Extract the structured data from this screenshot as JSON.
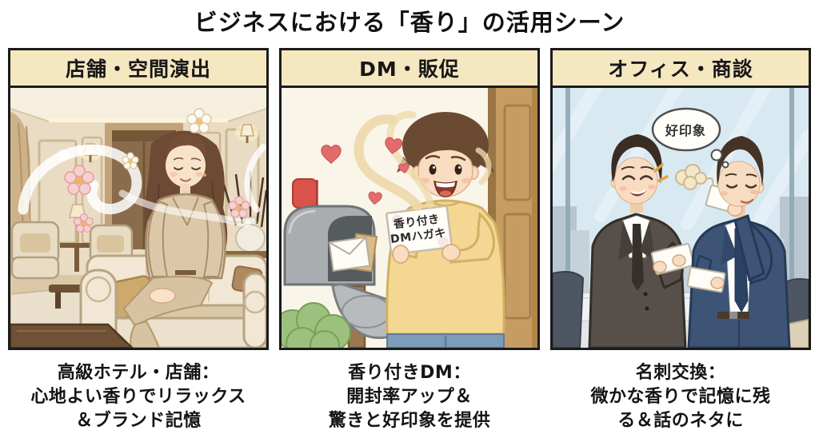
{
  "title": "ビジネスにおける「香り」の活用シーン",
  "colors": {
    "header_bg": "#f5e7c0",
    "panel_border": "#1b1b1b",
    "page_bg": "#ffffff",
    "accent_red": "#d9534a",
    "accent_yellow": "#f3d792",
    "accent_navy": "#3d5476"
  },
  "panels": [
    {
      "header": "店舗・空間演出",
      "caption_lines": [
        "高級ホテル・店舗：",
        "心地よい香りでリラックス",
        "＆ブランド記憶"
      ]
    },
    {
      "header": "DM・販促",
      "card_text_lines": [
        "香り付き",
        "DMハガキ"
      ],
      "caption_lines": [
        "香り付きDM：",
        "開封率アップ＆",
        "驚きと好印象を提供"
      ]
    },
    {
      "header": "オフィス・商談",
      "bubble_text": "好印象",
      "caption_lines": [
        "名刺交換：",
        "微かな香りで記憶に残",
        "る＆話のネタに"
      ]
    }
  ]
}
